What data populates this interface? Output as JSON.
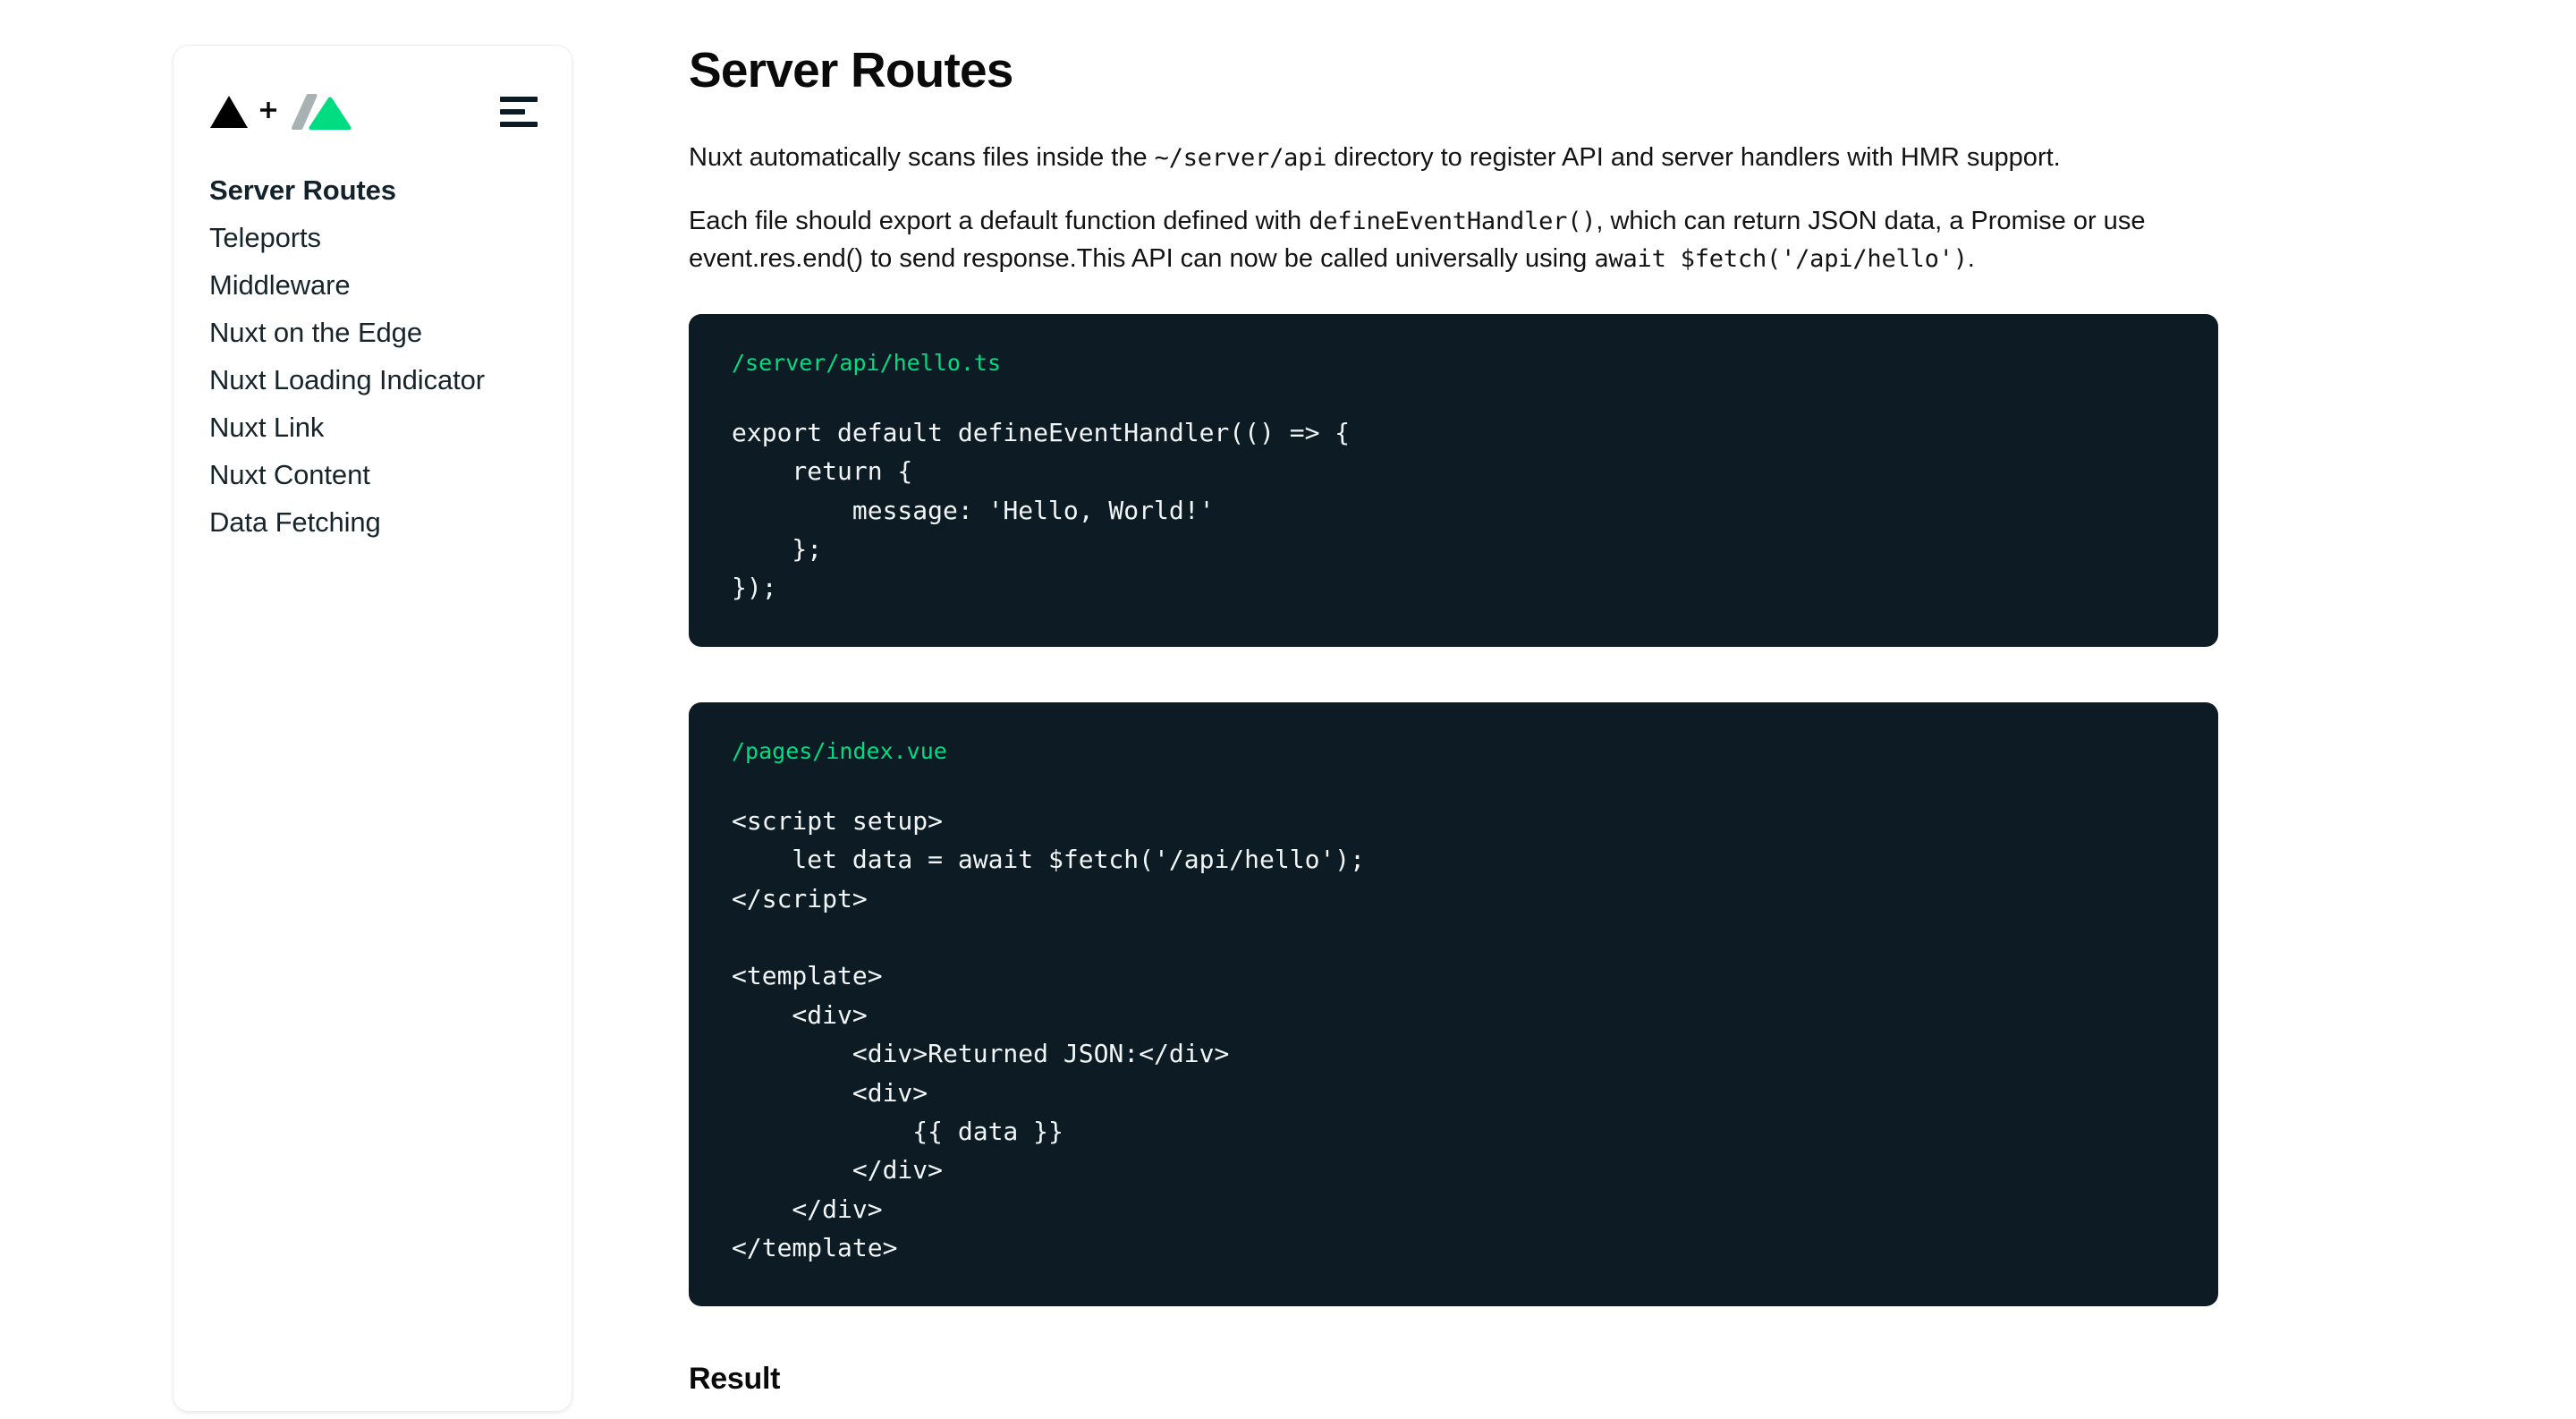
{
  "sidebar": {
    "logo": {
      "left_icon": "vercel-triangle-logo",
      "plus": "+",
      "right_icon": "nuxt-logo"
    },
    "menu_icon": "hamburger-menu-icon",
    "items": [
      {
        "label": "Server Routes",
        "active": true
      },
      {
        "label": "Teleports",
        "active": false
      },
      {
        "label": "Middleware",
        "active": false
      },
      {
        "label": "Nuxt on the Edge",
        "active": false
      },
      {
        "label": "Nuxt Loading Indicator",
        "active": false
      },
      {
        "label": "Nuxt Link",
        "active": false
      },
      {
        "label": "Nuxt Content",
        "active": false
      },
      {
        "label": "Data Fetching",
        "active": false
      }
    ]
  },
  "main": {
    "title": "Server Routes",
    "paragraph1": {
      "part1": "Nuxt automatically scans files inside the ",
      "code1": "~/server/api",
      "part2": " directory to register API and server handlers with HMR support."
    },
    "paragraph2": {
      "part1": "Each file should export a default function defined with ",
      "code1": "defineEventHandler()",
      "part2": ", which can return JSON data, a Promise or use event.res.end() to send response.This API can now be called universally using ",
      "code2": "await $fetch('/api/hello')",
      "part3": "."
    },
    "code_blocks": [
      {
        "filename": "/server/api/hello.ts",
        "code": "export default defineEventHandler(() => {\n    return {\n        message: 'Hello, World!'\n    };\n});"
      },
      {
        "filename": "/pages/index.vue",
        "code": "<script setup>\n    let data = await $fetch('/api/hello');\n</script>\n\n<template>\n    <div>\n        <div>Returned JSON:</div>\n        <div>\n            {{ data }}\n        </div>\n    </div>\n</template>"
      }
    ],
    "result_heading": "Result"
  },
  "colors": {
    "accent_green": "#00DC82",
    "code_background": "#0C1B24",
    "text_dark": "#131313",
    "page_background": "#FFFFFF"
  }
}
